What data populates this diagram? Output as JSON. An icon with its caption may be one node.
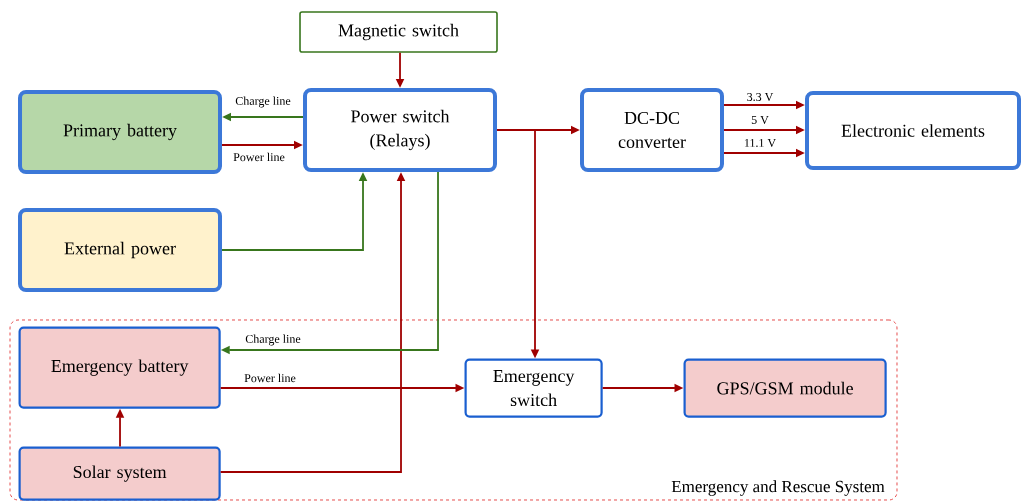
{
  "diagram": {
    "nodes": [
      {
        "text": [
          "Magnetic switch"
        ]
      },
      {
        "text": [
          "Primary battery"
        ]
      },
      {
        "text": [
          "Power switch (Relays)"
        ]
      },
      {
        "text": [
          "DC-DC converter"
        ]
      },
      {
        "text": [
          "Electronic elements"
        ]
      },
      {
        "text": [
          "External power"
        ]
      },
      {
        "text": [
          "Emergency and Rescue System"
        ]
      },
      {
        "text": [
          "Emergency battery"
        ],
        "in": 6
      },
      {
        "text": [
          "Emergency switch"
        ],
        "in": 6
      },
      {
        "text": [
          "GPS/GSM module"
        ],
        "in": 6
      },
      {
        "text": [
          "Solar system"
        ],
        "in": 6
      }
    ],
    "edges": [
      {
        "from": 0,
        "to": 2,
        "arrow": "to"
      },
      {
        "from": 2,
        "to": 1,
        "arrow": "to",
        "label": "Charge line",
        "color": "#38761d"
      },
      {
        "from": 1,
        "to": 2,
        "arrow": "to",
        "label": "Power line"
      },
      {
        "from": 2,
        "to": 3,
        "arrow": "to"
      },
      {
        "from": 2,
        "to": 8,
        "arrow": "to"
      },
      {
        "from": 3,
        "to": 4,
        "arrow": "to",
        "label": "3.3 V"
      },
      {
        "from": 3,
        "to": 4,
        "arrow": "to",
        "label": "5 V"
      },
      {
        "from": 3,
        "to": 4,
        "arrow": "to",
        "label": "11.1 V"
      },
      {
        "from": 5,
        "to": 2,
        "arrow": "to",
        "color": "#38761d"
      },
      {
        "from": 10,
        "to": 2,
        "arrow": "to"
      },
      {
        "from": 2,
        "to": 7,
        "arrow": "to",
        "label": "Charge line",
        "color": "#38761d"
      },
      {
        "from": 7,
        "to": 8,
        "arrow": "to",
        "label": "Power line"
      },
      {
        "from": 8,
        "to": 9,
        "arrow": "to"
      },
      {
        "from": 10,
        "to": 7,
        "arrow": "to"
      }
    ]
  }
}
